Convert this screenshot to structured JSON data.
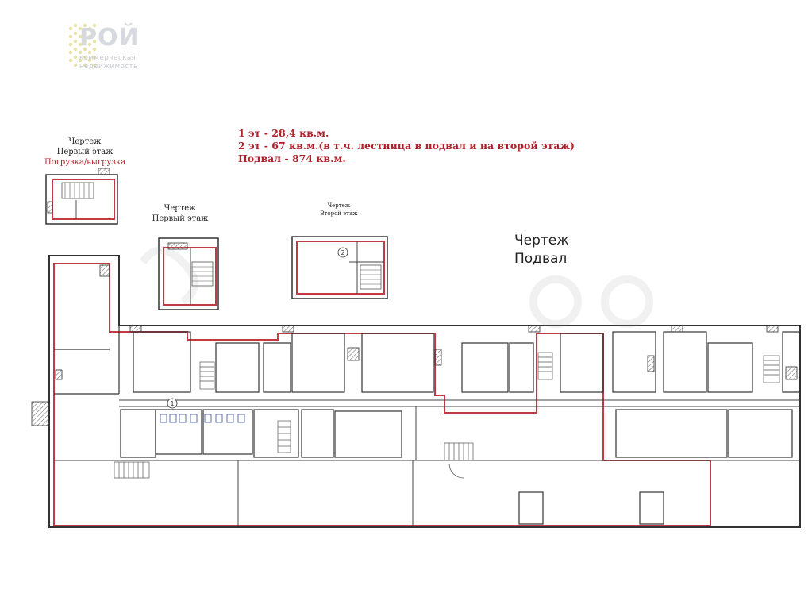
{
  "logo": {
    "title": "РОЙ",
    "subtitle_line1": "коммерческая",
    "subtitle_line2": "недвижимость",
    "color": "#d6d9de"
  },
  "areas": {
    "line1": "1 эт - 28,4 кв.м.",
    "line2": "2 эт - 67 кв.м.(в т.ч. лестница в подвал и на второй этаж)",
    "line3": "Подвал - 874 кв.м.",
    "color": "#b0202a"
  },
  "plans": {
    "first_floor_loading": {
      "line1": "Чертеж",
      "line2": "Первый этаж",
      "line3": "Погрузка/выгрузка"
    },
    "first_floor": {
      "line1": "Чертеж",
      "line2": "Первый этаж"
    },
    "second_floor": {
      "line1": "Чертеж",
      "line2": "Второй этаж",
      "marker": "2"
    },
    "basement": {
      "line1": "Чертеж",
      "line2": "Подвал",
      "marker": "1"
    }
  },
  "colors": {
    "outline": "#c23a44",
    "wall": "#333333",
    "hatch": "#888888"
  }
}
